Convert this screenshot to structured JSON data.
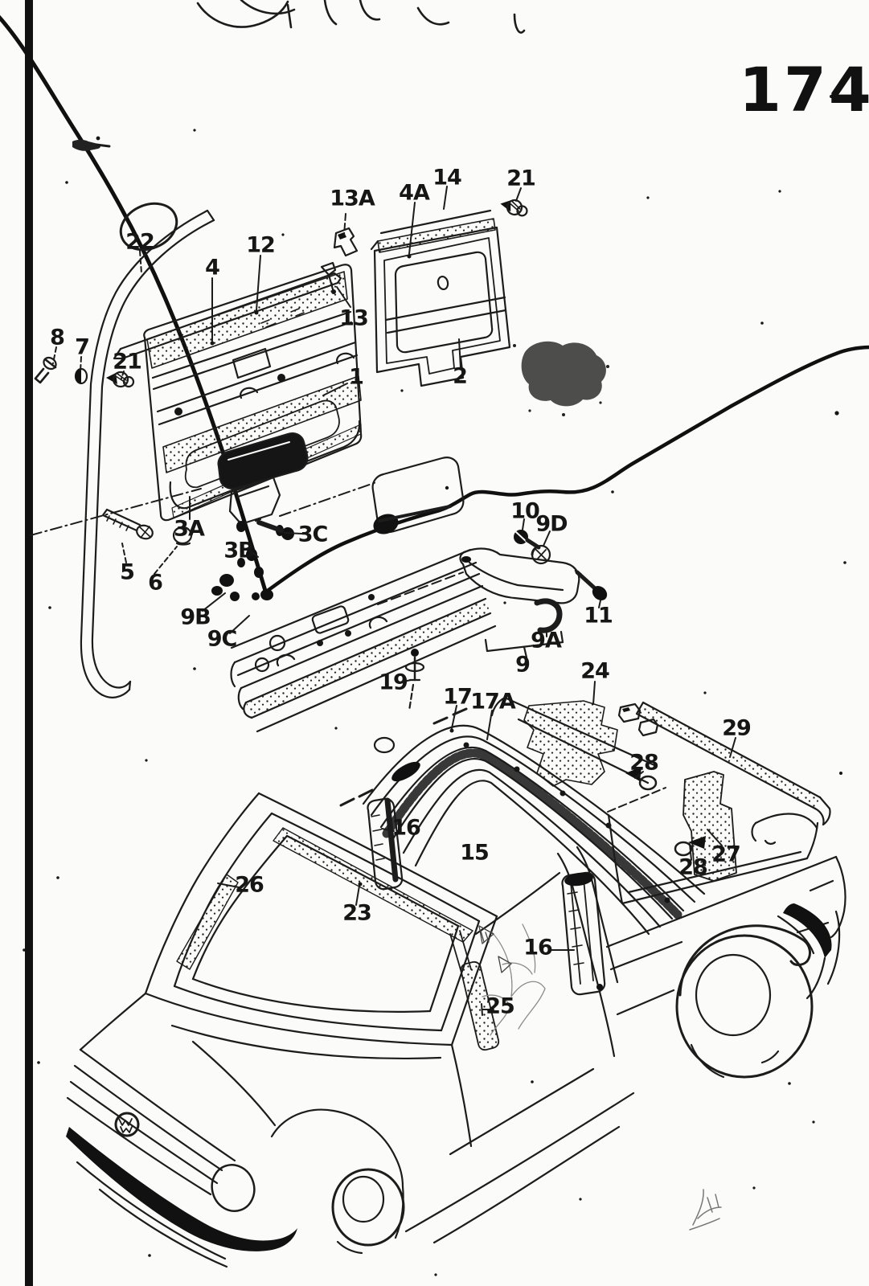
{
  "page": {
    "number": "174"
  },
  "colors": {
    "ink": "#1c1c1c",
    "paper": "#fbfbf9"
  },
  "figure": {
    "labels_note": "exploded parts diagram callouts"
  },
  "labels": [
    {
      "text": "14"
    },
    {
      "text": "21"
    },
    {
      "text": "13A"
    },
    {
      "text": "4A"
    },
    {
      "text": "22"
    },
    {
      "text": "12"
    },
    {
      "text": "4"
    },
    {
      "text": "13"
    },
    {
      "text": "8"
    },
    {
      "text": "7"
    },
    {
      "text": "21"
    },
    {
      "text": "1"
    },
    {
      "text": "2"
    },
    {
      "text": "3A"
    },
    {
      "text": "3C"
    },
    {
      "text": "3B"
    },
    {
      "text": "5"
    },
    {
      "text": "6"
    },
    {
      "text": "10"
    },
    {
      "text": "9D"
    },
    {
      "text": "9B"
    },
    {
      "text": "9C"
    },
    {
      "text": "11"
    },
    {
      "text": "9A"
    },
    {
      "text": "9"
    },
    {
      "text": "19"
    },
    {
      "text": "17"
    },
    {
      "text": "17A"
    },
    {
      "text": "24"
    },
    {
      "text": "29"
    },
    {
      "text": "28"
    },
    {
      "text": "16"
    },
    {
      "text": "15"
    },
    {
      "text": "26"
    },
    {
      "text": "23"
    },
    {
      "text": "27"
    },
    {
      "text": "28"
    },
    {
      "text": "16"
    },
    {
      "text": "25"
    }
  ]
}
